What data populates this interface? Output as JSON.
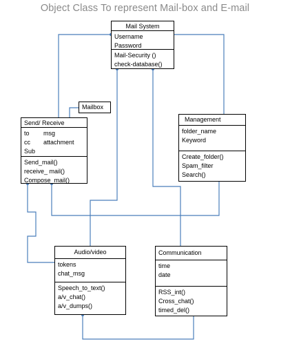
{
  "title": "Object Class To represent Mail-box and E-mail",
  "note": "Mailbox",
  "colors": {
    "connector": "#4a7ebb",
    "border": "#000000",
    "title": "#8a8a8a"
  },
  "classes": {
    "mail_system": {
      "name": "Mail System",
      "attributes": [
        "Username",
        "Password"
      ],
      "methods": [
        "Mail-Security ()",
        "check-database()"
      ]
    },
    "send_receive": {
      "name": "Send/ Receive",
      "attributes": [
        "to",
        "msg",
        "cc",
        "attachment",
        "Sub"
      ],
      "methods": [
        "Send_mail()",
        "receive_ mail()",
        "Compose_mail()"
      ]
    },
    "management": {
      "name": "Management",
      "attributes": [
        "folder_name",
        "Keyword"
      ],
      "methods": [
        "Create_folder()",
        "Spam_filter",
        "Search()"
      ]
    },
    "audio_video": {
      "name": "Audio/video",
      "attributes": [
        "tokens",
        "chat_msg"
      ],
      "methods": [
        "Speech_to_text()",
        "a/v_chat()",
        "a/v_dumps()"
      ]
    },
    "communication": {
      "name": "Communication",
      "attributes": [
        "time",
        "date"
      ],
      "methods": [
        "RSS_int()",
        "Cross_chat()",
        "timed_del()"
      ]
    }
  }
}
